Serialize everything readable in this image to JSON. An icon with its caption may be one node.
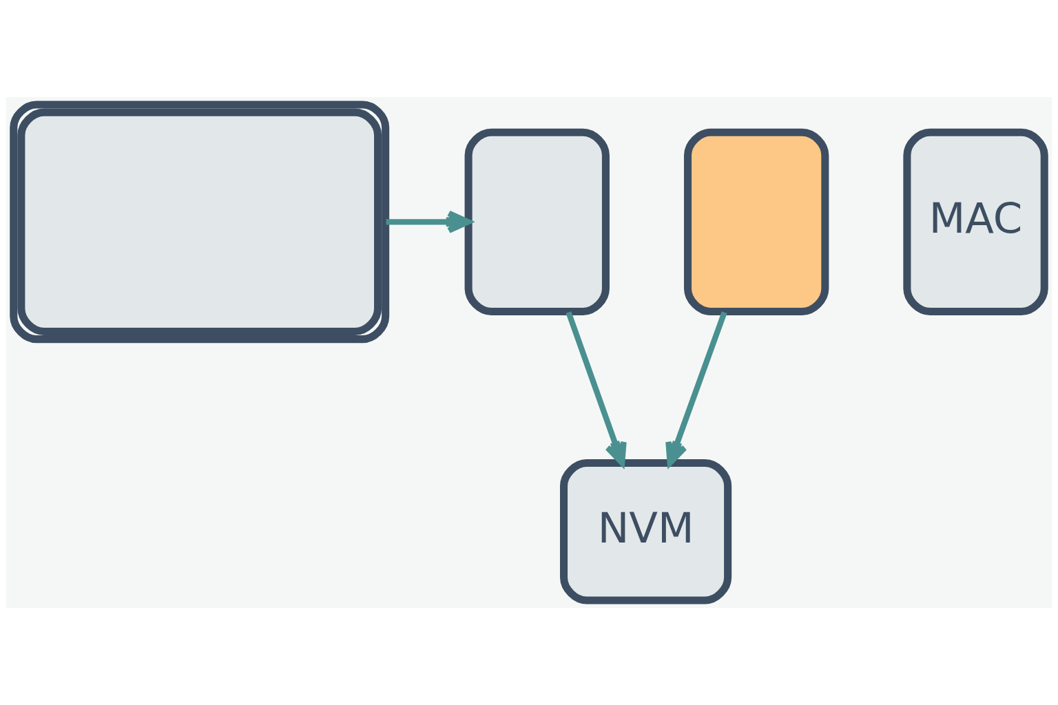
{
  "diagram": {
    "nodes": [
      {
        "text": [],
        "shape": "laptop"
      },
      {
        "text": [],
        "shape": "box"
      },
      {
        "text": [],
        "shape": "box"
      },
      {
        "text": [
          "MAC"
        ]
      },
      {
        "text": [
          "NVM"
        ]
      }
    ],
    "edges": [
      {
        "from": 0,
        "to": 1,
        "arrow": "to"
      },
      {
        "from": 1,
        "to": 4,
        "arrow": "to"
      },
      {
        "from": 2,
        "to": 4,
        "arrow": "to"
      }
    ]
  }
}
